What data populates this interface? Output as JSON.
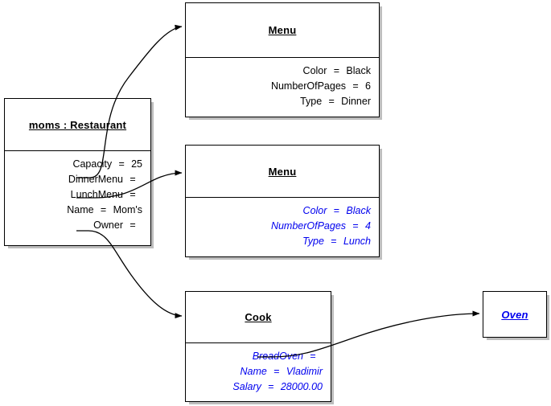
{
  "diagram": {
    "type": "uml-object-diagram",
    "background": "#ffffff",
    "colors": {
      "outline": "#000000",
      "shadow": "#bdbdbd",
      "text_black": "#000000",
      "text_blue": "#0000ee"
    }
  },
  "objects": [
    {
      "id": "restaurant",
      "title": "moms : Restaurant",
      "title_style": "black",
      "attrs": [
        {
          "name": "Capacity",
          "eq": "=",
          "value": "25"
        },
        {
          "name": "DinnerMenu",
          "eq": "=",
          "value": ""
        },
        {
          "name": "LunchMenu",
          "eq": "=",
          "value": ""
        },
        {
          "name": "Name",
          "eq": "=",
          "value": "Mom's"
        },
        {
          "name": "Owner",
          "eq": "=",
          "value": ""
        }
      ],
      "attrs_style": "black"
    },
    {
      "id": "menu-dinner",
      "title": "Menu",
      "title_style": "black",
      "attrs": [
        {
          "name": "Color",
          "eq": "=",
          "value": "Black"
        },
        {
          "name": "NumberOfPages",
          "eq": "=",
          "value": "6"
        },
        {
          "name": "Type",
          "eq": "=",
          "value": "Dinner"
        }
      ],
      "attrs_style": "black"
    },
    {
      "id": "menu-lunch",
      "title": "Menu",
      "title_style": "black",
      "attrs": [
        {
          "name": "Color",
          "eq": "=",
          "value": "Black"
        },
        {
          "name": "NumberOfPages",
          "eq": "=",
          "value": "4"
        },
        {
          "name": "Type",
          "eq": "=",
          "value": "Lunch"
        }
      ],
      "attrs_style": "blue"
    },
    {
      "id": "cook",
      "title": "Cook",
      "title_style": "black",
      "attrs": [
        {
          "name": "BreadOven",
          "eq": "=",
          "value": ""
        },
        {
          "name": "Name",
          "eq": "=",
          "value": "Vladimir"
        },
        {
          "name": "Salary",
          "eq": "=",
          "value": "28000.00"
        }
      ],
      "attrs_style": "blue"
    },
    {
      "id": "oven",
      "title": "Oven",
      "title_style": "blue",
      "attrs": [],
      "attrs_style": "blue"
    }
  ],
  "links": [
    {
      "id": "link-dinnermenu",
      "from": "restaurant.DinnerMenu",
      "to": "menu-dinner"
    },
    {
      "id": "link-lunchmenu",
      "from": "restaurant.LunchMenu",
      "to": "menu-lunch"
    },
    {
      "id": "link-owner",
      "from": "restaurant.Owner",
      "to": "cook"
    },
    {
      "id": "link-breadoven",
      "from": "cook.BreadOven",
      "to": "oven"
    }
  ]
}
